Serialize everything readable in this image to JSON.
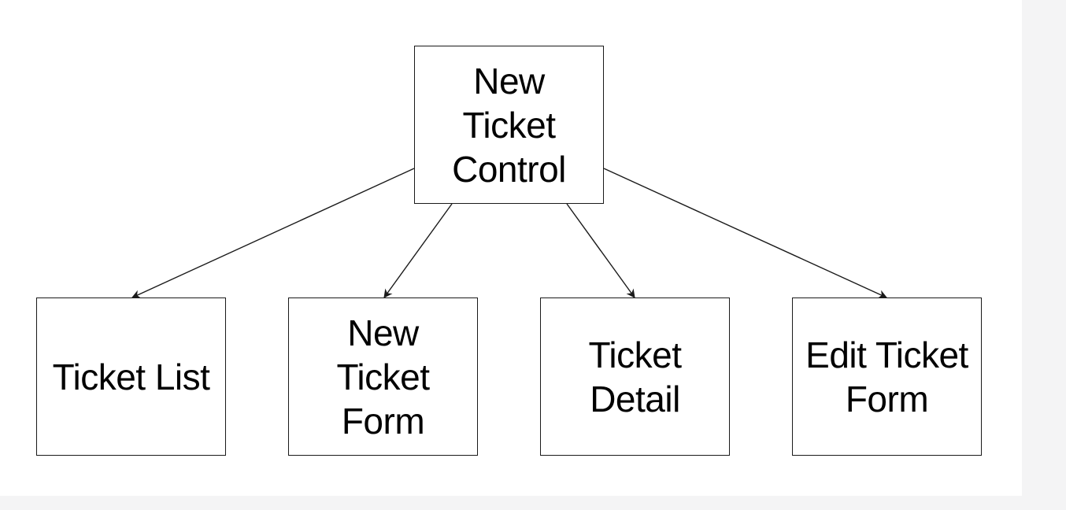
{
  "diagram": {
    "root": {
      "label": "New\nTicket\nControl"
    },
    "children": [
      {
        "label": "Ticket List"
      },
      {
        "label": "New\nTicket\nForm"
      },
      {
        "label": "Ticket\nDetail"
      },
      {
        "label": "Edit Ticket\nForm"
      }
    ],
    "colors": {
      "stroke": "#1a1a1a",
      "background": "#ffffff",
      "page": "#f4f4f5"
    }
  }
}
